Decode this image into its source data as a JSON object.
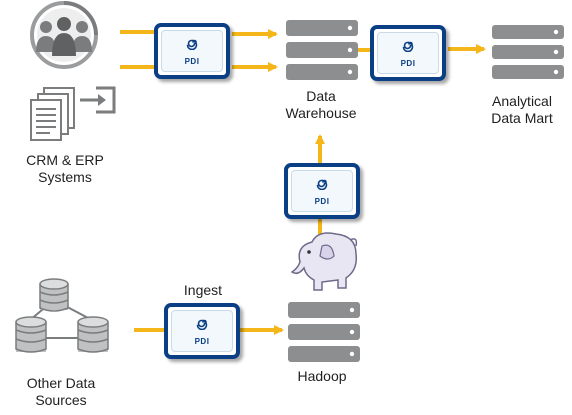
{
  "colors": {
    "arrow": "#f4b619",
    "box_border": "#0b3f85",
    "server": "#8c8e90",
    "icon": "#7a7c7e"
  },
  "labels": {
    "crm": "CRM & ERP\nSystems",
    "warehouse": "Data\nWarehouse",
    "datamart": "Analytical\nData Mart",
    "ingest": "Ingest",
    "other": "Other Data\nSources",
    "hadoop": "Hadoop"
  },
  "pdi_boxes": [
    {
      "id": "pdi-crm",
      "label": "PDI"
    },
    {
      "id": "pdi-warehouse",
      "label": "PDI"
    },
    {
      "id": "pdi-hadoop",
      "label": "PDI"
    },
    {
      "id": "pdi-ingest",
      "label": "PDI"
    }
  ],
  "icons": {
    "people": "people-group-icon",
    "documents": "documents-import-icon",
    "databases": "database-cluster-icon",
    "server": "server-stack-icon",
    "elephant": "hadoop-elephant-icon",
    "swirl": "pdi-swirl-icon"
  }
}
